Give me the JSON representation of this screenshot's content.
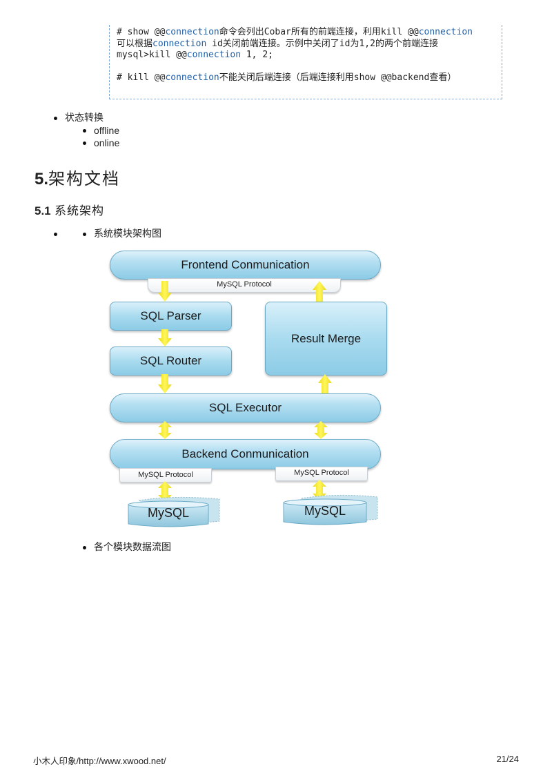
{
  "code_block": {
    "lines": [
      [
        {
          "t": "# show @@",
          "k": false
        },
        {
          "t": "connection",
          "k": true
        },
        {
          "t": "命令会列出",
          "k": false,
          "c": true
        },
        {
          "t": "Cobar",
          "k": false
        },
        {
          "t": "所有的前端连接，利用",
          "k": false,
          "c": true
        },
        {
          "t": "kill @@",
          "k": false
        },
        {
          "t": "connection",
          "k": true
        }
      ],
      [
        {
          "t": "可以根据",
          "k": false,
          "c": true
        },
        {
          "t": "connection",
          "k": true
        },
        {
          "t": " id",
          "k": false
        },
        {
          "t": "关闭前端连接。示例中关闭了",
          "k": false,
          "c": true
        },
        {
          "t": "id",
          "k": false
        },
        {
          "t": "为",
          "k": false,
          "c": true
        },
        {
          "t": "1,2",
          "k": false
        },
        {
          "t": "的两个前端连接",
          "k": false,
          "c": true
        }
      ],
      [
        {
          "t": "mysql>kill @@",
          "k": false
        },
        {
          "t": "connection",
          "k": true
        },
        {
          "t": " 1, 2;",
          "k": false
        }
      ],
      [],
      [
        {
          "t": "# kill @@",
          "k": false
        },
        {
          "t": "connection",
          "k": true
        },
        {
          "t": "不能关闭后端连接（后端连接利用",
          "k": false,
          "c": true
        },
        {
          "t": "show @@backend",
          "k": false
        },
        {
          "t": "查看）",
          "k": false,
          "c": true
        }
      ]
    ],
    "keyword_color": "#1f5fa8"
  },
  "status_list": {
    "label": "状态转换",
    "items": [
      "offline",
      "online"
    ]
  },
  "section": {
    "number": "5.",
    "title": "架构文档"
  },
  "subsection": {
    "number": "5.1",
    "title": "系统架构"
  },
  "arch_item": {
    "label": "系统模块架构图"
  },
  "diagram": {
    "frontend": "Frontend Conmunication",
    "protocol_top": "MySQL  Protocol",
    "parser": "SQL Parser",
    "router": "SQL Router",
    "merge": "Result Merge",
    "executor": "SQL Executor",
    "backend": "Backend Conmunication",
    "protocol_left": "MySQL  Protocol",
    "protocol_right": "MySQL  Protocol",
    "db_left": "MySQL",
    "db_right": "MySQL",
    "colors": {
      "module": "#a9dbef",
      "arrow": "#f5e92a"
    }
  },
  "dataflow_item": {
    "label": "各个模块数据流图"
  },
  "footer": {
    "site_cjk": "小木人印象",
    "site_url": "/http://www.xwood.net/",
    "page": "21/24"
  }
}
